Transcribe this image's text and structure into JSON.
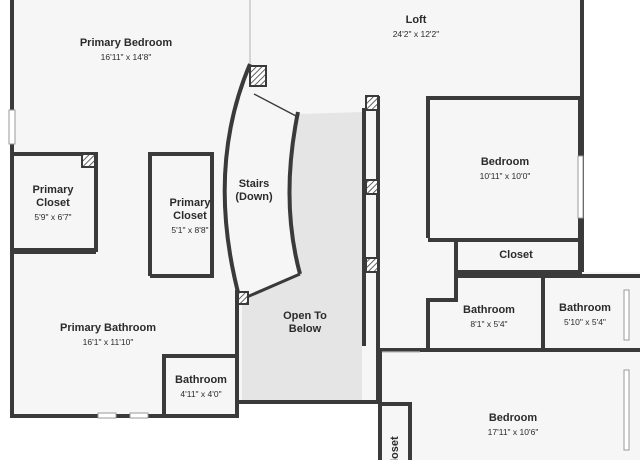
{
  "rooms": {
    "loft": {
      "name": "Loft",
      "dims": "24'2\" x 12'2\""
    },
    "primary_bedroom": {
      "name": "Primary Bedroom",
      "dims": "16'11\" x 14'8\""
    },
    "primary_closet_1": {
      "name_l1": "Primary",
      "name_l2": "Closet",
      "dims": "5'9\" x 6'7\""
    },
    "primary_closet_2": {
      "name_l1": "Primary",
      "name_l2": "Closet",
      "dims": "5'1\" x 8'8\""
    },
    "stairs": {
      "name_l1": "Stairs",
      "name_l2": "(Down)"
    },
    "open_to_below": {
      "name_l1": "Open To",
      "name_l2": "Below"
    },
    "bedroom_1": {
      "name": "Bedroom",
      "dims": "10'11\" x 10'0\""
    },
    "closet_1": {
      "name": "Closet"
    },
    "bathroom_1": {
      "name": "Bathroom",
      "dims": "8'1\" x 5'4\""
    },
    "bathroom_2": {
      "name": "Bathroom",
      "dims": "5'10\" x 5'4\""
    },
    "primary_bathroom": {
      "name": "Primary Bathroom",
      "dims": "16'1\" x 11'10\""
    },
    "bathroom_3": {
      "name": "Bathroom",
      "dims": "4'11\" x 4'0\""
    },
    "bedroom_2": {
      "name": "Bedroom",
      "dims": "17'11\" x 10'6\""
    },
    "closet_2": {
      "name": "Closet"
    }
  },
  "colors": {
    "wall": "#3a3a3a",
    "floor": "#f6f6f6",
    "open_area": "#e6e6e6",
    "window": "#cfcfcf"
  }
}
